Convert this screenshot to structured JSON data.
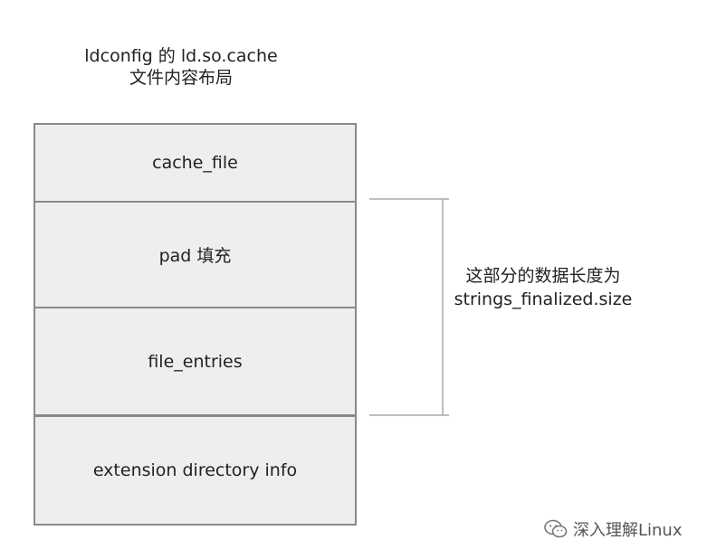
{
  "title": {
    "line1": "ldconfig 的 ld.so.cache",
    "line2": "文件内容布局"
  },
  "blocks": [
    {
      "label": "cache_file"
    },
    {
      "label": "pad 填充"
    },
    {
      "label": "file_entries"
    },
    {
      "label": "extension directory info"
    }
  ],
  "brace": {
    "label_line1": "这部分的数据长度为",
    "label_line2": "strings_finalized.size"
  },
  "watermark": {
    "text": "深入理解Linux",
    "icon": "wechat-icon"
  },
  "colors": {
    "block_fill": "#eeeeee",
    "block_border": "#8a8a8a",
    "bracket": "#aaaaaa"
  }
}
